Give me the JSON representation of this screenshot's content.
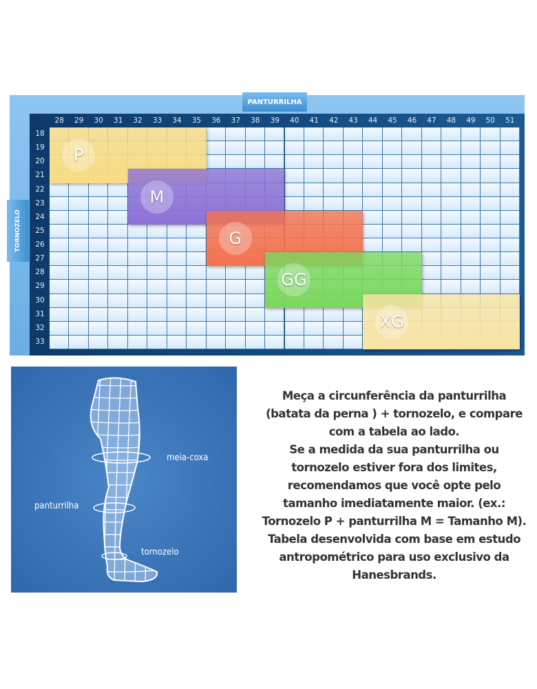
{
  "chart_data": {
    "type": "table",
    "column_axis_label": "PANTURRILHA",
    "row_axis_label": "TORNOZELO",
    "columns": [
      28,
      29,
      30,
      31,
      32,
      33,
      34,
      35,
      36,
      37,
      38,
      39,
      40,
      41,
      42,
      43,
      44,
      45,
      46,
      47,
      48,
      49,
      50,
      51
    ],
    "rows": [
      18,
      19,
      20,
      21,
      22,
      23,
      24,
      25,
      26,
      27,
      28,
      29,
      30,
      31,
      32,
      33
    ],
    "sizes": [
      {
        "label": "P",
        "panturrilha": [
          28,
          35
        ],
        "tornozelo": [
          18,
          21
        ],
        "color": "#f8dc84"
      },
      {
        "label": "M",
        "panturrilha": [
          32,
          39
        ],
        "tornozelo": [
          21,
          24
        ],
        "color": "#8c72d6"
      },
      {
        "label": "G",
        "panturrilha": [
          36,
          43
        ],
        "tornozelo": [
          24,
          27
        ],
        "color": "#f4734f"
      },
      {
        "label": "GG",
        "panturrilha": [
          39,
          46
        ],
        "tornozelo": [
          27,
          30
        ],
        "color": "#7bd85e"
      },
      {
        "label": "XG",
        "panturrilha": [
          44,
          51
        ],
        "tornozelo": [
          30,
          33
        ],
        "color": "#f8e4a4"
      }
    ]
  },
  "leg_labels": {
    "thigh": "meia-coxa",
    "calf": "panturrilha",
    "ankle": "tornozelo"
  },
  "info_lines": [
    "Meça a circunferência da panturrilha",
    "(batata da perna ) + tornozelo, e compare",
    "com a tabela ao lado.",
    "Se a medida da sua panturrilha ou",
    "tornozelo estiver fora dos limites,",
    "recomendamos que você opte pelo",
    "tamanho imediatamente maior. (ex.:",
    "Tornozelo P + panturrilha M = Tamanho M).",
    "Tabela desenvolvida com base em estudo",
    "antropométrico para uso exclusivo da",
    "Hanesbrands."
  ]
}
